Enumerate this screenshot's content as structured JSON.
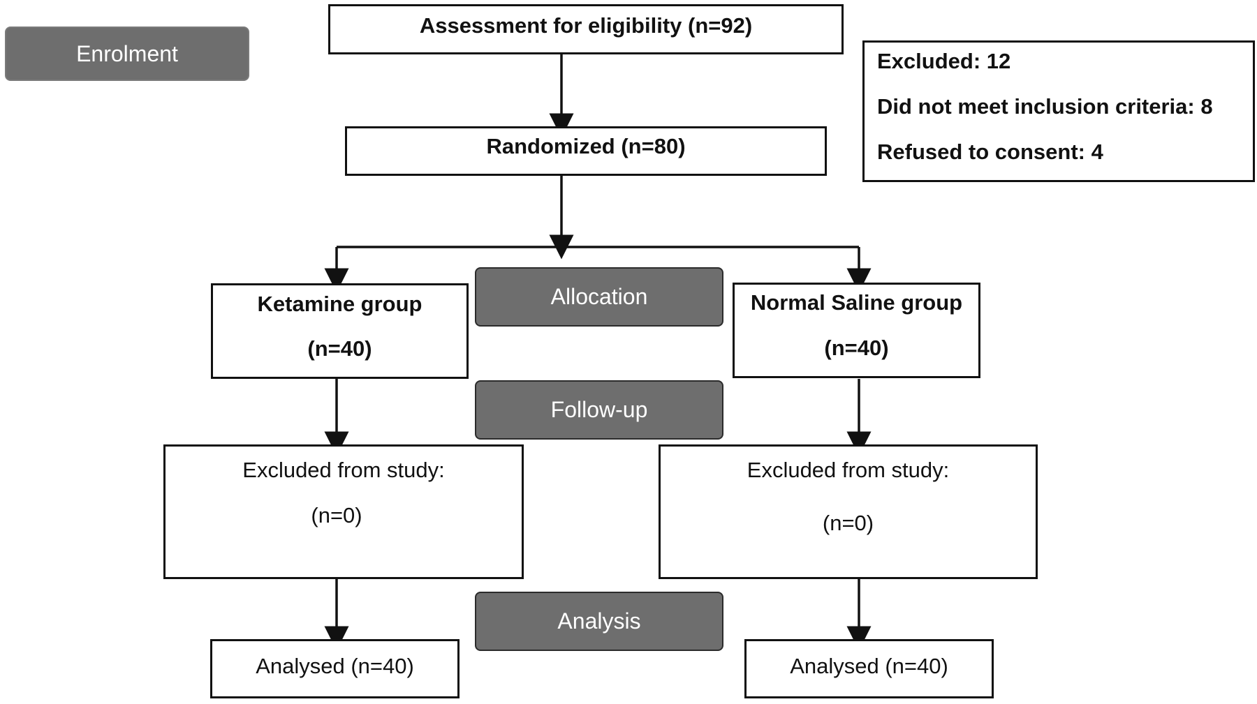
{
  "stages": {
    "enrolment": "Enrolment",
    "allocation": "Allocation",
    "follow_up": "Follow-up",
    "analysis": "Analysis"
  },
  "assessment": {
    "label": "Assessment for eligibility (n=92)"
  },
  "excluded": {
    "total": "Excluded: 12",
    "criteria": "Did not meet inclusion criteria: 8",
    "refused": "Refused to consent: 4"
  },
  "randomized": {
    "label": "Randomized (n=80)"
  },
  "ketamine": {
    "group": "Ketamine group",
    "n": "(n=40)",
    "excluded_label": "Excluded from study:",
    "excluded_n": "(n=0)",
    "analysed": "Analysed (n=40)"
  },
  "saline": {
    "group": "Normal Saline group",
    "n": "(n=40)",
    "excluded_label": "Excluded from study:",
    "excluded_n": "(n=0)",
    "analysed": "Analysed (n=40)"
  }
}
